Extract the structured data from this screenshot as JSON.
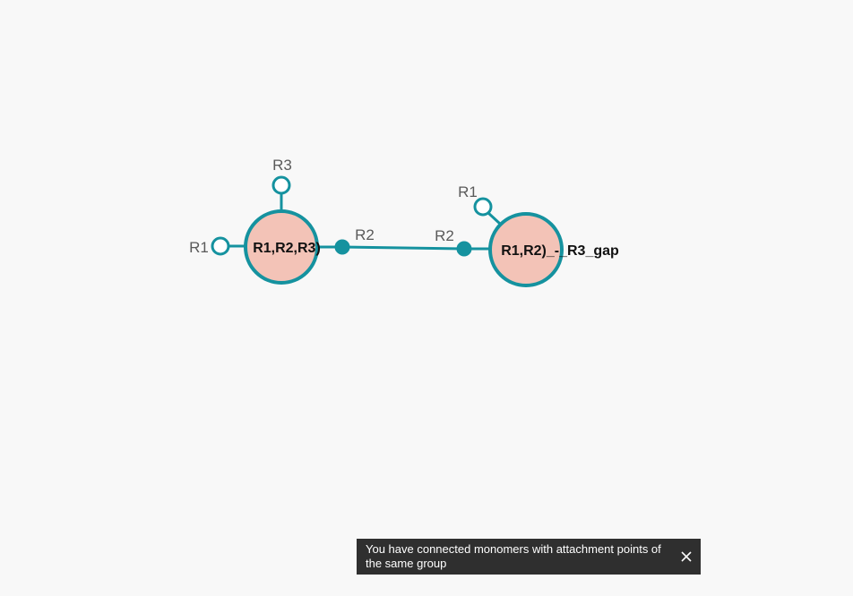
{
  "colors": {
    "teal": "#15929f",
    "monomer_fill": "#f3c3b7",
    "background": "#f8f8f8",
    "toast_bg": "#2f2f2f"
  },
  "monomers": [
    {
      "label": "R1,R2,R3)",
      "attachment_points": [
        {
          "label": "R3",
          "state": "free"
        },
        {
          "label": "R1",
          "state": "free"
        },
        {
          "label": "R2",
          "state": "connected"
        }
      ]
    },
    {
      "label": "R1,R2)_-_R3_gap",
      "attachment_points": [
        {
          "label": "R1",
          "state": "free"
        },
        {
          "label": "R2",
          "state": "connected"
        }
      ]
    }
  ],
  "toast": {
    "message": "You have connected monomers with attachment points of the same group",
    "close_icon": "close-icon"
  }
}
